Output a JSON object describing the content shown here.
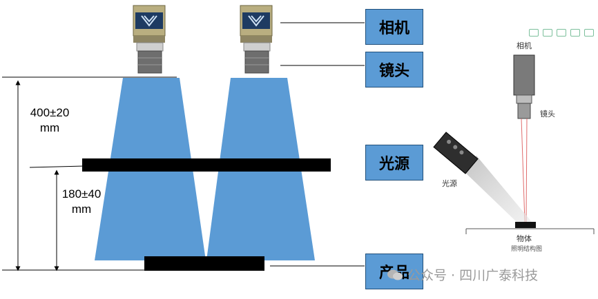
{
  "labels": {
    "camera": "相机",
    "lens": "镜头",
    "light": "光源",
    "product": "产品"
  },
  "dimensions": {
    "dist1_line1": "400±20",
    "dist1_line2": "mm",
    "dist2_line1": "180±40",
    "dist2_line2": "mm"
  },
  "inset": {
    "camera": "相机",
    "lens": "镜头",
    "light": "光源",
    "object": "物体",
    "caption": "照明结构图"
  },
  "watermark": "公众号 · 四川广泰科技",
  "colors": {
    "cone": "#5b9bd5",
    "bar": "#000000",
    "box": "#5b9bd5"
  }
}
